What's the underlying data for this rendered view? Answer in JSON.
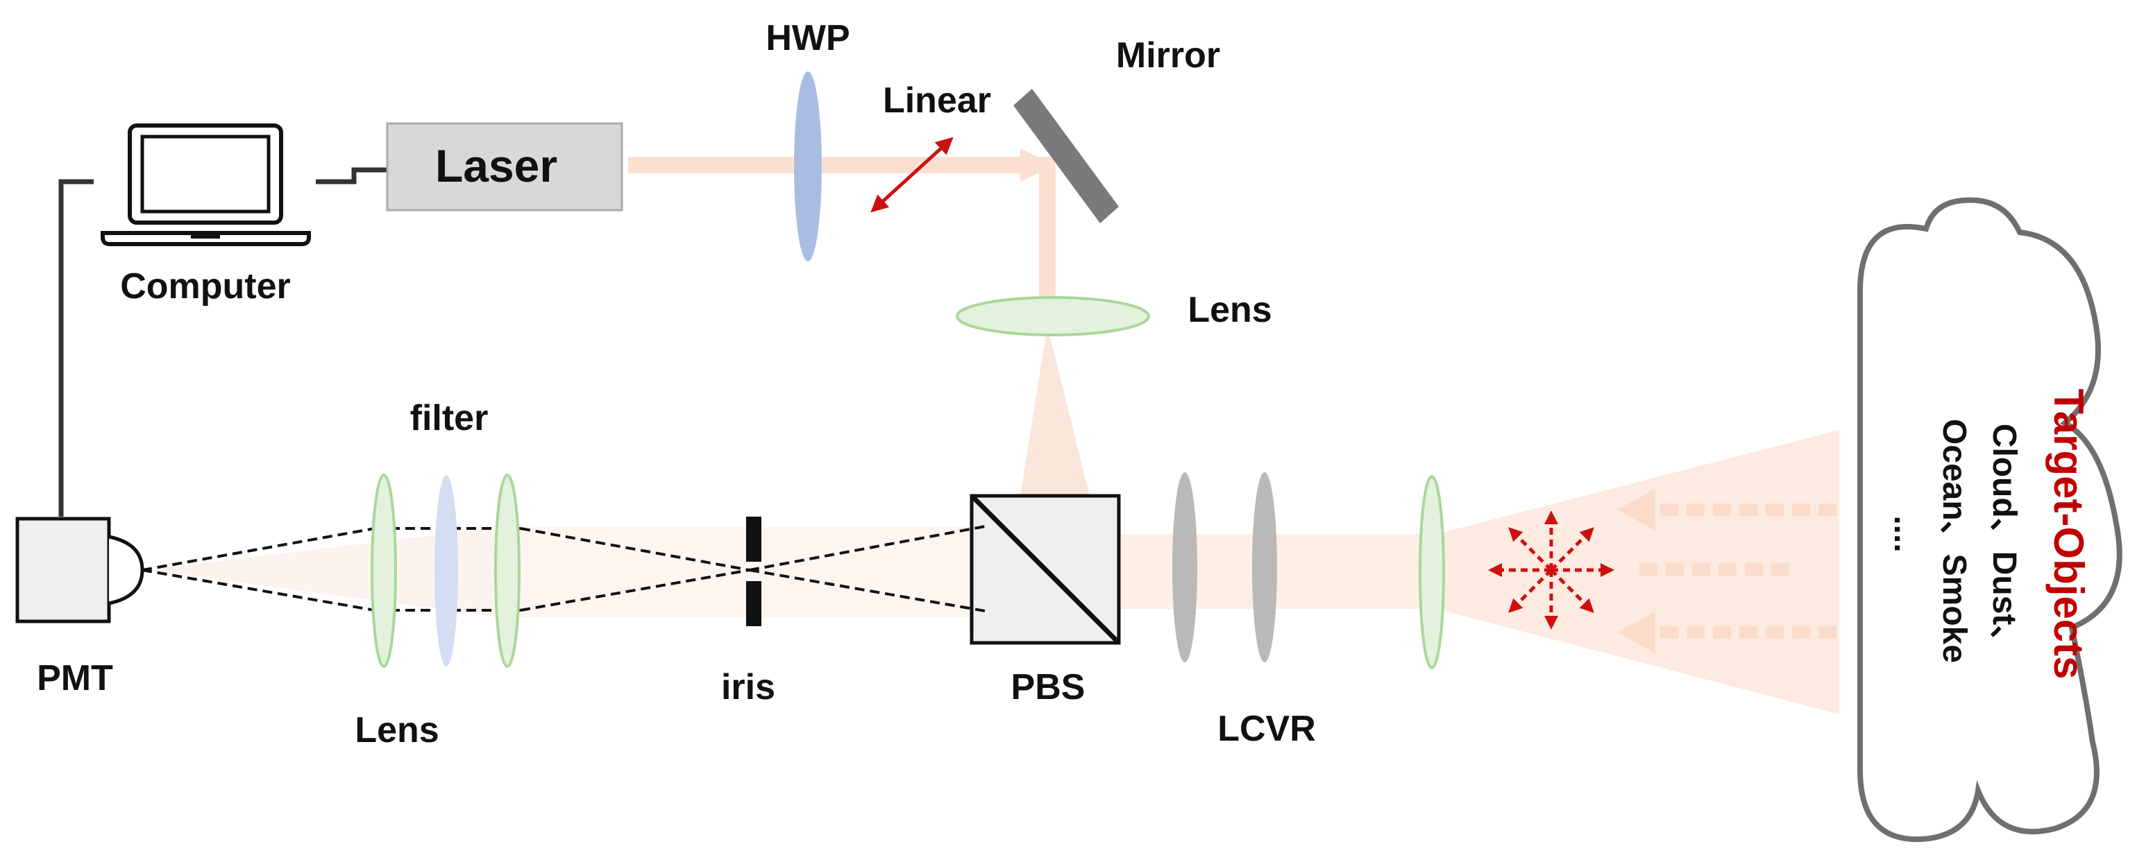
{
  "labels": {
    "hwp": "HWP",
    "mirror": "Mirror",
    "linear": "Linear",
    "laser": "Laser",
    "computer": "Computer",
    "lens_upper": "Lens",
    "filter": "filter",
    "pmt": "PMT",
    "lens_lower": "Lens",
    "iris": "iris",
    "pbs": "PBS",
    "lcvr": "LCVR"
  },
  "target": {
    "title": "Target-Objects",
    "line1": "Cloud、Dust、",
    "line2": "Ocean、Smoke",
    "line3": "...."
  },
  "colors": {
    "beam": "#fbe0d2",
    "beam_light": "#fdeee6",
    "lens_green_fill": "#e3f2dd",
    "lens_green_stroke": "#a9d79a",
    "hwp_fill": "#a9bde3",
    "filter_fill": "#d3def3",
    "lcvr_fill": "#b9b9b9",
    "mirror": "#7a7a7a",
    "laser_box": "#d8d8d8",
    "pmt_box": "#efefef",
    "accent_red": "#c00000",
    "arrow_red": "#cc1111",
    "line": "#333333",
    "cloud_stroke": "#6f6f6f"
  }
}
